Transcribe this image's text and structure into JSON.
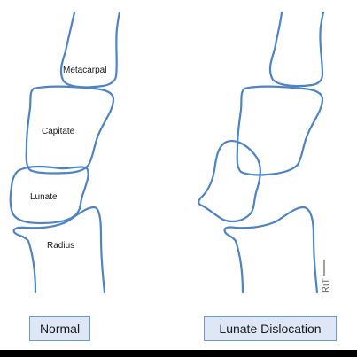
{
  "diagram": {
    "normal_panel": {
      "labels": {
        "metacarpal": "Metacarpal",
        "capitate": "Capitate",
        "lunate": "Lunate",
        "radius": "Radius"
      },
      "caption": "Normal"
    },
    "dislocation_panel": {
      "caption": "Lunate Dislocation"
    },
    "watermark": {
      "logo_text": "RiT"
    },
    "colors": {
      "outline": "#4d84c4",
      "caption_fill": "#dde7f5",
      "caption_border": "#6f98cc",
      "bottom_bar": "#000000"
    }
  }
}
